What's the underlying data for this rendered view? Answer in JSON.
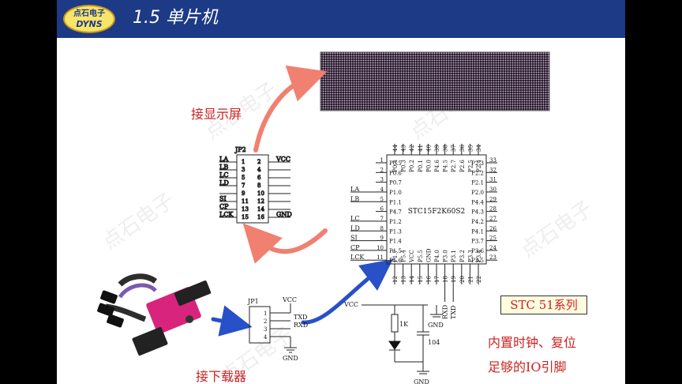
{
  "header": {
    "logo_cn": "点石电子",
    "logo_en": "DYNS",
    "title": "1.5 单片机"
  },
  "labels": {
    "display": "接显示屏",
    "downloader": "接下载器",
    "stc_box": "STC 51系列",
    "features": [
      "内置时钟、复位",
      "足够的IO引脚"
    ],
    "watermark": "点石电子"
  },
  "jp2": {
    "name": "JP2",
    "pin_numbers": [
      "1",
      "2",
      "3",
      "4",
      "5",
      "6",
      "7",
      "8",
      "9",
      "10",
      "11",
      "12",
      "13",
      "14",
      "15",
      "16"
    ],
    "left_nets": [
      "LA",
      "LB",
      "LC",
      "LD",
      "",
      "SI",
      "CP",
      "LCK"
    ],
    "right_nets": [
      "VCC",
      "",
      "",
      "",
      "",
      "",
      "",
      "GND"
    ]
  },
  "jp1": {
    "name": "JP1",
    "pin_numbers": [
      "1",
      "2",
      "3",
      "4"
    ],
    "nets": [
      "VCC",
      "TXD",
      "RXD",
      "GND"
    ]
  },
  "mcu": {
    "part": "STC15F2K60S2",
    "left_nets": [
      "",
      "",
      "",
      "LA",
      "LB",
      "",
      "LC",
      "LD",
      "SI",
      "CP",
      "LCK"
    ],
    "left_pins": [
      "P0.5",
      "P0.6",
      "P0.7",
      "P1.0",
      "P1.1",
      "P4.7",
      "P1.2",
      "P1.3",
      "P1.4",
      "P1.5",
      "P1.6"
    ],
    "left_nums": [
      "1",
      "2",
      "3",
      "4",
      "5",
      "6",
      "7",
      "8",
      "9",
      "10",
      "11"
    ],
    "right_pins": [
      "P2.3",
      "P2.2",
      "P2.1",
      "P2.0",
      "P4.4",
      "P4.3",
      "P4.2",
      "P4.1",
      "P3.7",
      "P3.6",
      "P3.5"
    ],
    "right_nums": [
      "33",
      "32",
      "31",
      "30",
      "29",
      "28",
      "27",
      "26",
      "25",
      "24",
      "23"
    ],
    "top_pins": [
      "P0.4",
      "P0.3",
      "P0.2",
      "P0.1",
      "P0.0",
      "P4.6",
      "P4.5",
      "P2.7",
      "P2.6",
      "P2.5",
      "P2.4"
    ],
    "top_nums": [
      "44",
      "43",
      "42",
      "41",
      "40",
      "39",
      "38",
      "37",
      "36",
      "35",
      "34"
    ],
    "bottom_pins": [
      "P1.7",
      "P5.4",
      "VCC",
      "P5.5",
      "GND",
      "P4.0",
      "P3.0",
      "P3.1",
      "P3.2",
      "P3.3",
      "P3.4"
    ],
    "bottom_nums": [
      "12",
      "13",
      "14",
      "15",
      "16",
      "17",
      "18",
      "19",
      "20",
      "21",
      "22"
    ],
    "uart_nets": [
      "RXD",
      "TXD"
    ]
  },
  "power": {
    "vcc": "VCC",
    "resistor": "1K",
    "capacitor": "104",
    "gnd": "GND"
  },
  "colors": {
    "header_bg": "#1d3a86",
    "arrow_red": "#f08070",
    "arrow_blue": "#2850c8",
    "text_red": "#cc2222",
    "usb_pink": "#d8247c"
  }
}
